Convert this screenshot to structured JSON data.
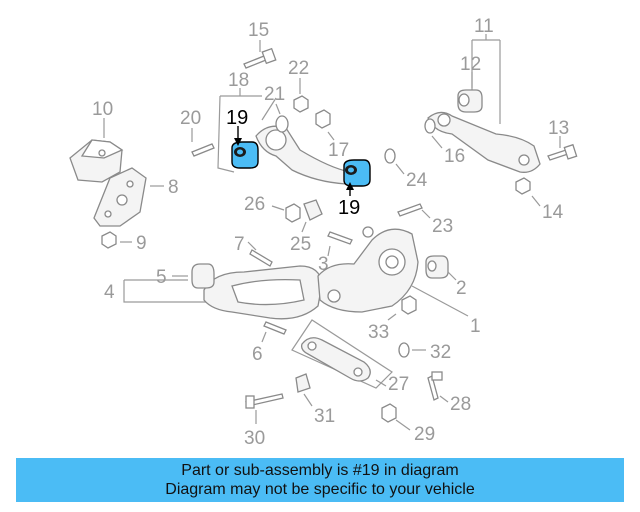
{
  "callouts": {
    "c1": "1",
    "c2": "2",
    "c3": "3",
    "c4": "4",
    "c5": "5",
    "c6": "6",
    "c7": "7",
    "c8": "8",
    "c9": "9",
    "c10": "10",
    "c11": "11",
    "c12": "12",
    "c13": "13",
    "c14": "14",
    "c15": "15",
    "c16": "16",
    "c17": "17",
    "c18": "18",
    "c19a": "19",
    "c19b": "19",
    "c20": "20",
    "c21": "21",
    "c22": "22",
    "c23": "23",
    "c24": "24",
    "c25": "25",
    "c26": "26",
    "c27": "27",
    "c28": "28",
    "c29": "29",
    "c30": "30",
    "c31": "31",
    "c32": "32",
    "c33": "33"
  },
  "colors": {
    "highlight": "#4bbcf5",
    "banner": "#4bbcf5",
    "callout": "#9a9a9a"
  },
  "banner": {
    "line1": "Part or sub-assembly is #19 in diagram",
    "line2": "Diagram may not be specific to your vehicle"
  }
}
